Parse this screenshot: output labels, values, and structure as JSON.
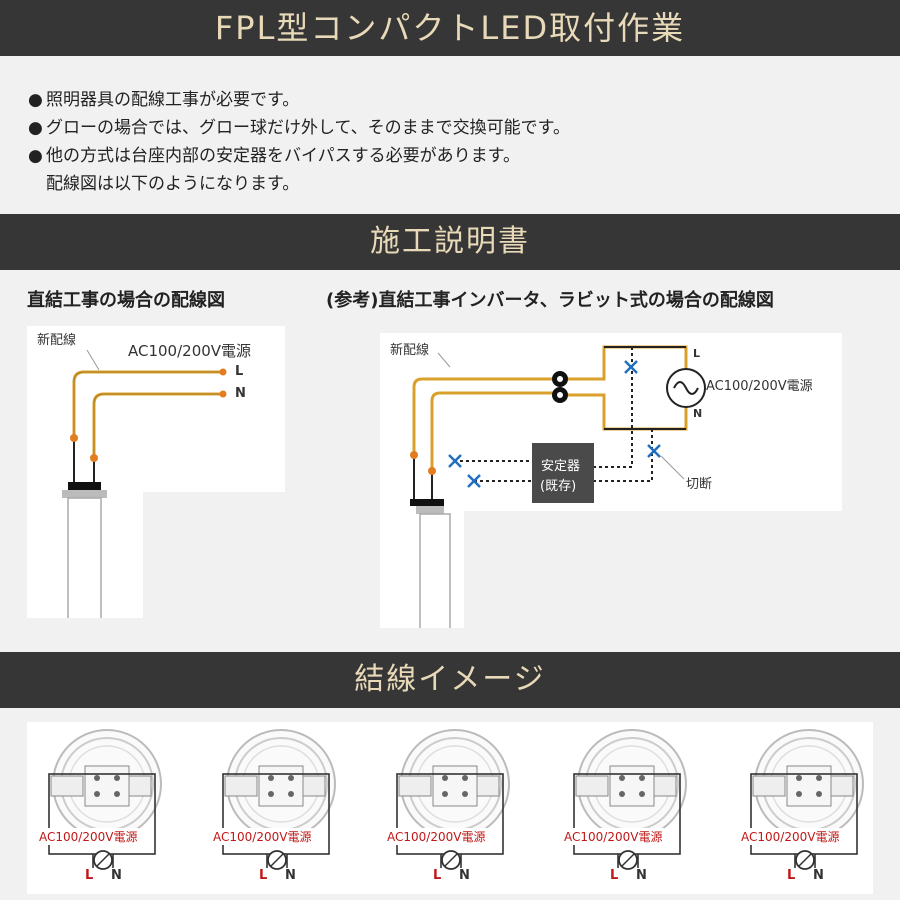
{
  "header": {
    "title": "FPL型コンパクトLED取付作業"
  },
  "notes": [
    "照明器具の配線工事が必要です。",
    "グローの場合では、グロー球だけ外して、そのままで交換可能です。",
    "他の方式は台座内部の安定器をバイパスする必要があります。"
  ],
  "notes_continuation": "配線図は以下のようになります。",
  "instructions": {
    "title": "施工説明書"
  },
  "left_diagram": {
    "caption": "直結工事の場合の配線図",
    "wire_label": "新配線",
    "power_label": "AC100/200V電源",
    "l_label": "L",
    "n_label": "N"
  },
  "right_diagram": {
    "caption": "(参考)直結工事インバータ、ラビット式の場合の配線図",
    "wire_label": "新配線",
    "power_label": "AC100/200V電源",
    "l_label": "L",
    "n_label": "N",
    "ballast_line1": "安定器",
    "ballast_line2": "(既存)",
    "cut_label": "切断"
  },
  "wiring_image": {
    "title": "結線イメージ",
    "cards": [
      {
        "power_label": "AC100/200V電源",
        "l_label": "L",
        "n_label": "N"
      },
      {
        "power_label": "AC100/200V電源",
        "l_label": "L",
        "n_label": "N"
      },
      {
        "power_label": "AC100/200V電源",
        "l_label": "L",
        "n_label": "N"
      },
      {
        "power_label": "AC100/200V電源",
        "l_label": "L",
        "n_label": "N"
      },
      {
        "power_label": "AC100/200V電源",
        "l_label": "L",
        "n_label": "N"
      }
    ]
  },
  "colors": {
    "band_bg": "#363636",
    "band_text": "#e8d9b8",
    "wire": "#d9a12b",
    "ac_label": "#c01818",
    "cut_mark": "#1f6fc0"
  }
}
